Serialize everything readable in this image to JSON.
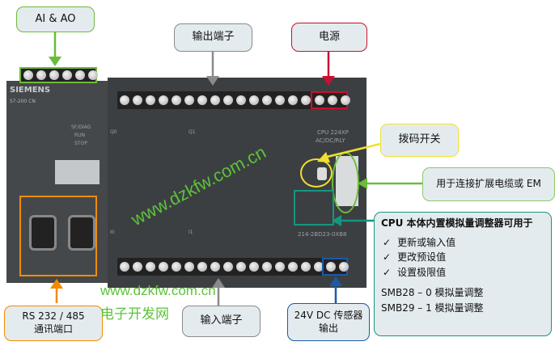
{
  "callouts": {
    "ai_ao": "AI & AO",
    "output_terminals": "输出端子",
    "power": "电源",
    "dip_switch": "拨码开关",
    "expansion": "用于连接扩展电缆或 EM",
    "rs485_line1": "RS 232 / 485",
    "rs485_line2": "通讯端口",
    "input_terminals": "输入端子",
    "sensor_line1": "24V DC 传感器",
    "sensor_line2": "输出"
  },
  "analog_box": {
    "title": "CPU 本体内置模拟量调整器可用于",
    "items": [
      "更新或输入值",
      "更改预设值",
      "设置极限值"
    ],
    "check": "✓",
    "smb": [
      "SMB28 – 0 模拟量调整",
      "SMB29 – 1 模拟量调整"
    ]
  },
  "plc": {
    "brand": "SIEMENS",
    "model": "S7-200 CN",
    "cpu": "CPU 224XP",
    "cpu_type": "AC/DC/RLY",
    "order_no": "214-2BD23-0XB8",
    "status": [
      "SF/DIAG",
      "RUN",
      "STOP"
    ],
    "q0": "Q0",
    "q1": "Q1",
    "i0": "I0",
    "i1": "I1"
  },
  "watermark": {
    "url": "www.dzkfw.com.cn",
    "name": "电子开发网"
  },
  "colors": {
    "green": "#6dbb3a",
    "gray": "#8a8a8a",
    "red": "#c8102e",
    "yellow": "#f0e030",
    "teal": "#14977f",
    "orange": "#f08c00",
    "blue": "#1c5aa6"
  }
}
